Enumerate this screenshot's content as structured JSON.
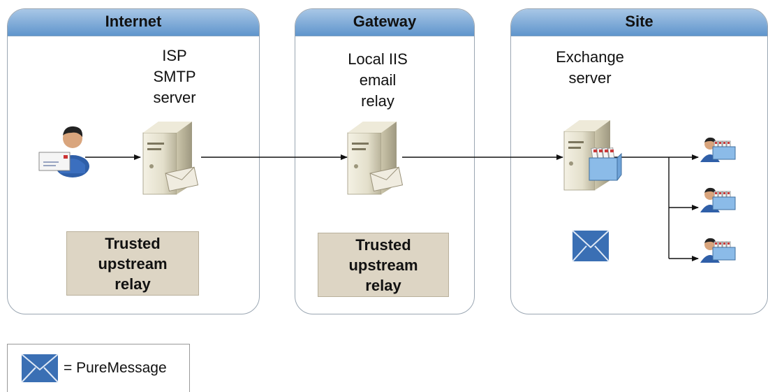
{
  "zones": {
    "internet": {
      "title": "Internet",
      "node_label": "ISP\nSMTP\nserver",
      "trust": [
        "Trusted",
        "upstream",
        "relay"
      ]
    },
    "gateway": {
      "title": "Gateway",
      "node_label": "Local IIS\nemail\nrelay",
      "trust": [
        "Trusted",
        "upstream",
        "relay"
      ]
    },
    "site": {
      "title": "Site",
      "node_label": "Exchange\nserver"
    }
  },
  "legend": {
    "text": "= PureMessage",
    "icon": "envelope-icon"
  },
  "colors": {
    "header_top": "#a9c7e6",
    "header_bottom": "#5f95cc",
    "trust_box": "#ddd5c4",
    "puremessage_icon": "#3a6fb4"
  },
  "icons": [
    "user-icon",
    "server-icon",
    "mailbox-server-icon",
    "mailbox-user-icon",
    "envelope-icon"
  ]
}
